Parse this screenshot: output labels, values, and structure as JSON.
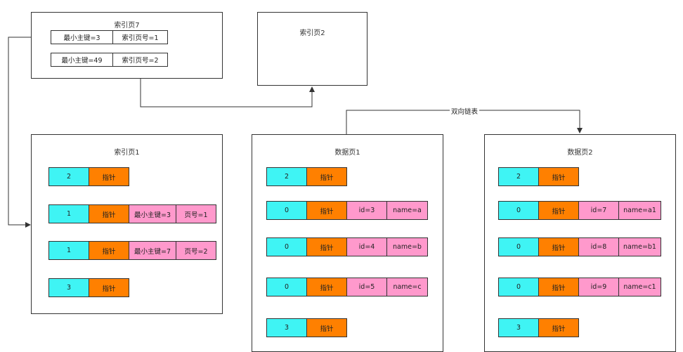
{
  "index_page_7": {
    "title": "索引页7",
    "rows": [
      {
        "key": "最小主键=3",
        "page": "索引页号=1"
      },
      {
        "key": "最小主键=49",
        "page": "索引页号=2"
      }
    ]
  },
  "index_page_2": {
    "title": "索引页2"
  },
  "index_page_1": {
    "title": "索引页1",
    "rows": [
      {
        "type": "2",
        "ptr": "指针"
      },
      {
        "type": "1",
        "ptr": "指针",
        "key": "最小主键=3",
        "page": "页号=1"
      },
      {
        "type": "1",
        "ptr": "指针",
        "key": "最小主键=7",
        "page": "页号=2"
      },
      {
        "type": "3",
        "ptr": "指针"
      }
    ]
  },
  "data_page_1": {
    "title": "数据页1",
    "rows": [
      {
        "type": "2",
        "ptr": "指针"
      },
      {
        "type": "0",
        "ptr": "指针",
        "id": "id=3",
        "name": "name=a"
      },
      {
        "type": "0",
        "ptr": "指针",
        "id": "id=4",
        "name": "name=b"
      },
      {
        "type": "0",
        "ptr": "指针",
        "id": "id=5",
        "name": "name=c"
      },
      {
        "type": "3",
        "ptr": "指针"
      }
    ]
  },
  "data_page_2": {
    "title": "数据页2",
    "rows": [
      {
        "type": "2",
        "ptr": "指针"
      },
      {
        "type": "0",
        "ptr": "指针",
        "id": "id=7",
        "name": "name=a1"
      },
      {
        "type": "0",
        "ptr": "指针",
        "id": "id=8",
        "name": "name=b1"
      },
      {
        "type": "0",
        "ptr": "指针",
        "id": "id=9",
        "name": "name=c1"
      },
      {
        "type": "3",
        "ptr": "指针"
      }
    ]
  },
  "link_label": "双向链表",
  "colors": {
    "type_cell": "#3ff4f4",
    "pointer_cell": "#ff8000",
    "field_cell": "#ff99cc"
  }
}
